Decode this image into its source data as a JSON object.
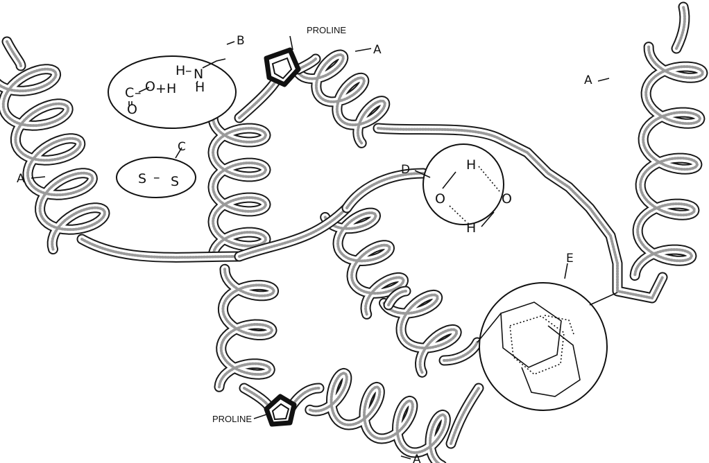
{
  "labels": {
    "proline_top": "PROLINE",
    "proline_bottom": "PROLINE",
    "a": "A",
    "b": "B",
    "c": "C",
    "d": "D",
    "e": "E"
  },
  "bonds": {
    "b": {
      "c": "C",
      "dash1": "–",
      "o_top": "O",
      "dash2": "–",
      "plus": "+",
      "h1": "H",
      "h_top": "H",
      "dash3": "–",
      "n": "N",
      "h2": "H",
      "o_bottom": "O"
    },
    "c": {
      "s1": "S",
      "dash": "–",
      "s2": "S"
    },
    "d": {
      "h1": "H",
      "o1": "O",
      "o2": "O",
      "h2": "H"
    }
  }
}
